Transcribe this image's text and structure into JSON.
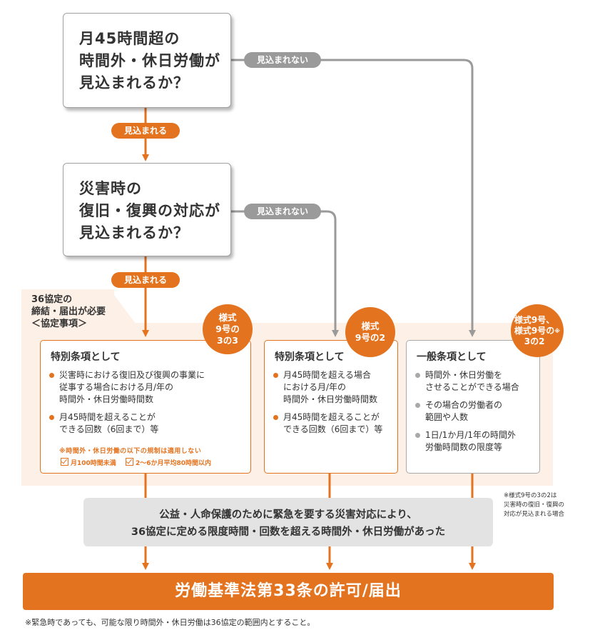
{
  "colors": {
    "accent": "#e3731f",
    "gray": "#9a9a9a",
    "panel_bg": "#fdf0e6",
    "note_bg": "#e3e3e3"
  },
  "q1": {
    "text": "月45時間超の\n時間外・休日労働が\n見込まれるか？"
  },
  "q2": {
    "text": "災害時の\n復旧・復興の対応が\n見込まれるか？"
  },
  "labels": {
    "yes": "見込まれる",
    "no": "見込まれない"
  },
  "panel": {
    "label": "36協定の\n締結・届出が必要\n＜協定事項＞"
  },
  "columns": [
    {
      "badge": "様式\n9号の\n3の3",
      "heading": "特別条項として",
      "items": [
        "災害時における復旧及び復興の事業に\n従事する場合における月/年の\n時間外・休日労働時間数",
        "月45時間を超えることが\nできる回数（6回まで）等"
      ],
      "note": "※時間外・休日労働の以下の規制は適用しない",
      "checks": [
        "月100時間未満",
        "2〜6か月平均80時間以内"
      ]
    },
    {
      "badge": "様式\n9号の2",
      "heading": "特別条項として",
      "items": [
        "月45時間を超える場合\nにおける月/年の\n時間外・休日労働時間数",
        "月45時間を超えることが\nできる回数（6回まで）等"
      ]
    },
    {
      "badge": "様式9号、\n様式9号の\n3の2",
      "badge_mark": "※",
      "heading": "一般条項として",
      "items": [
        "時間外・休日労働を\nさせることができる場合",
        "その場合の労働者の\n範囲や人数",
        "1日/1か月/1年の時間外\n労働時間数の限度等"
      ]
    }
  ],
  "side_note": "※様式9号の3の2は\n災害時の復旧・復興の\n対応が見込まれる場合",
  "mid_box": "公益・人命保護のために緊急を要する災害対応により、\n36協定に定める限度時間・回数を超える時間外・休日労働があった",
  "final": "労働基準法第33条の許可/届出",
  "footnote": "※緊急時であっても、可能な限り時間外・休日労働は36協定の範囲内とすること。"
}
